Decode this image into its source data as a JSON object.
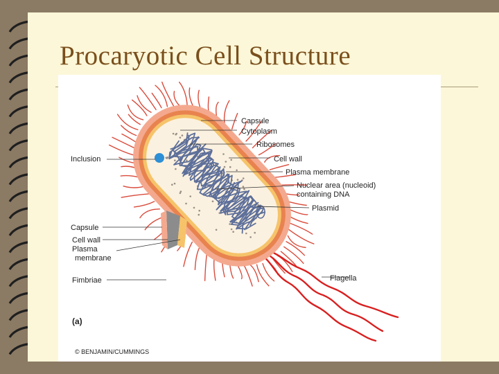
{
  "slide": {
    "title": "Procaryotic Cell Structure"
  },
  "diagram": {
    "labels": {
      "capsule_right": "Capsule",
      "cytoplasm": "Cytoplasm",
      "ribosomes": "Ribosomes",
      "inclusion": "Inclusion",
      "cell_wall_right": "Cell wall",
      "plasma_membrane_right": "Plasma membrane",
      "nuclear_area_line1": "Nuclear area (nucleoid)",
      "nuclear_area_line2": "containing DNA",
      "plasmid": "Plasmid",
      "capsule_left": "Capsule",
      "cell_wall_left": "Cell wall",
      "plasma_membrane_left_line1": "Plasma",
      "plasma_membrane_left_line2": "membrane",
      "fimbriae": "Fimbriae",
      "flagella": "Flagella",
      "panel": "(a)",
      "credit": "© BENJAMIN/CUMMINGS"
    },
    "colors": {
      "capsule": "#f4a98f",
      "cell_wall": "#e8834f",
      "membrane": "#f6c36a",
      "cytoplasm": "#fbf1e0",
      "dna": "#5d6f9a",
      "inclusion": "#2d8fd6",
      "flagella": "#d91f1f",
      "fimbriae": "#d94b3b"
    }
  }
}
